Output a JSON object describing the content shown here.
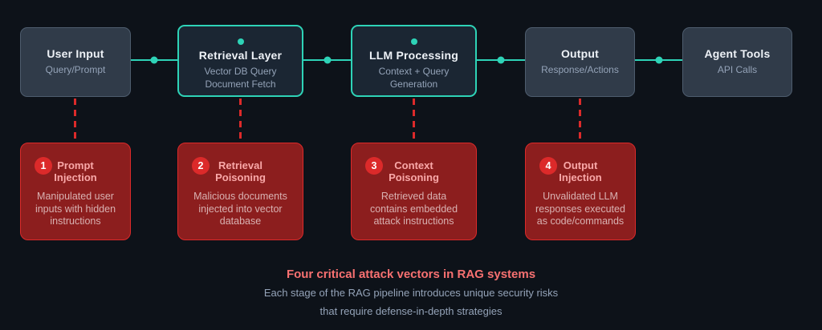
{
  "colors": {
    "background": "#0d1219",
    "teal": "#2ed3b7",
    "stage_bg": "#303b49",
    "stage_border": "#4e5d6e",
    "active_bg": "#1b2633",
    "title_text": "#eef2f7",
    "subtitle_text": "#94a3b8",
    "attack_bg": "#8c1e1e",
    "attack_border": "#dc2a2a",
    "attack_title": "#f9a8a8",
    "attack_desc": "#d9b2b2",
    "footer_heading": "#f87171",
    "footer_text": "#94a3b8"
  },
  "stages": [
    {
      "title": "User Input",
      "subtitle": "Query/Prompt",
      "highlighted": false
    },
    {
      "title": "Retrieval Layer",
      "subtitle": "Vector DB Query\nDocument Fetch",
      "highlighted": true
    },
    {
      "title": "LLM Processing",
      "subtitle": "Context + Query\nGeneration",
      "highlighted": true
    },
    {
      "title": "Output",
      "subtitle": "Response/Actions",
      "highlighted": false
    },
    {
      "title": "Agent Tools",
      "subtitle": "API Calls",
      "highlighted": false
    }
  ],
  "attacks": [
    {
      "number": "1",
      "title": "Prompt\nInjection",
      "description": "Manipulated user\ninputs with hidden\ninstructions"
    },
    {
      "number": "2",
      "title": "Retrieval\nPoisoning",
      "description": "Malicious documents\ninjected into vector\ndatabase"
    },
    {
      "number": "3",
      "title": "Context\nPoisoning",
      "description": "Retrieved data\ncontains embedded\nattack instructions"
    },
    {
      "number": "4",
      "title": "Output\nInjection",
      "description": "Unvalidated LLM\nresponses executed\nas code/commands"
    }
  ],
  "footer": {
    "heading": "Four critical attack vectors in RAG systems",
    "line1": "Each stage of the RAG pipeline introduces unique security risks",
    "line2": "that require defense-in-depth strategies"
  }
}
